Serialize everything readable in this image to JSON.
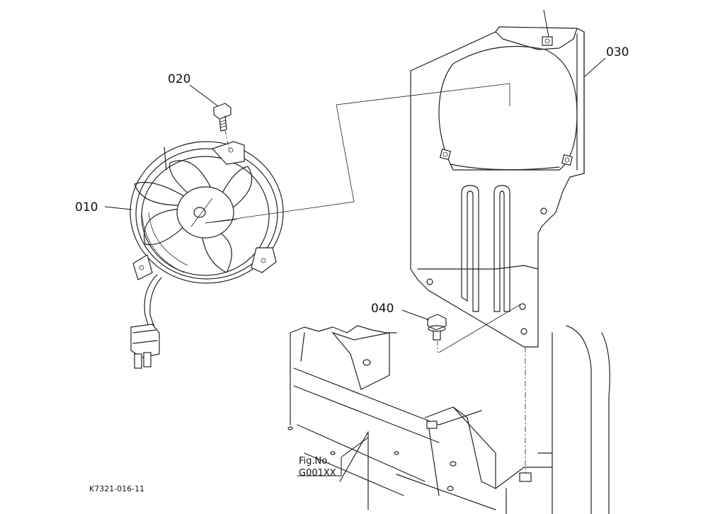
{
  "callouts": {
    "fan": "010",
    "screw": "020",
    "bracket": "030",
    "bolt": "040"
  },
  "reference": {
    "fig_line1": "Fig.No.",
    "fig_line2": "G001XX"
  },
  "footer_code": "K7321-016-11"
}
